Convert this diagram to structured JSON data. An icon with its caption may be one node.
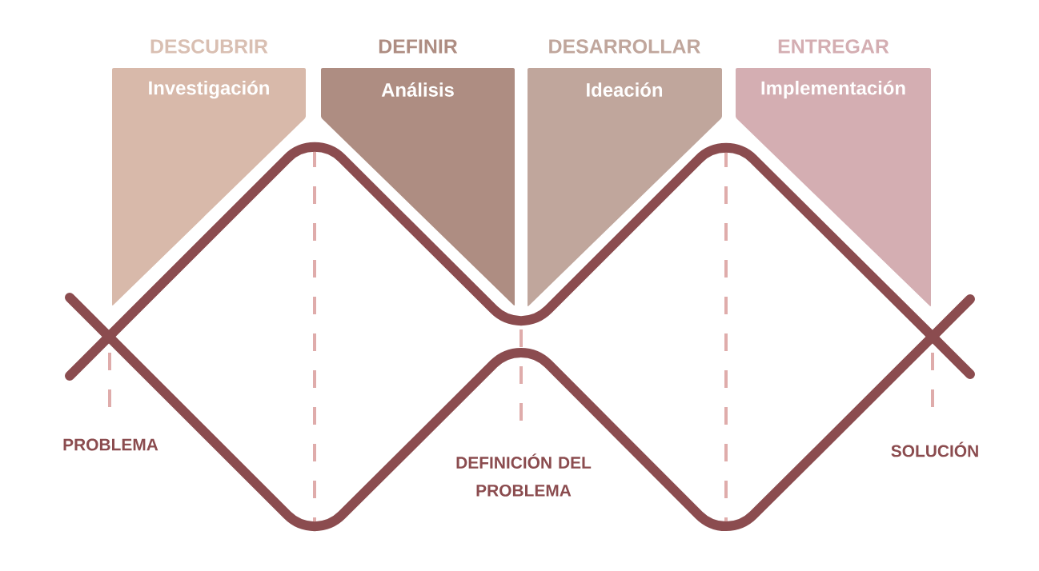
{
  "diagram": {
    "nodes": [
      {
        "text": [
          "DESCUBRIR",
          "Investigación"
        ]
      },
      {
        "text": [
          "DEFINIR",
          "Análisis"
        ]
      },
      {
        "text": [
          "DESARROLLAR",
          "Ideación"
        ]
      },
      {
        "text": [
          "ENTREGAR",
          "Implementación"
        ]
      }
    ],
    "labels": [
      "PROBLEMA",
      "DEFINICIÓN DEL PROBLEMA",
      "SOLUCIÓN"
    ]
  }
}
